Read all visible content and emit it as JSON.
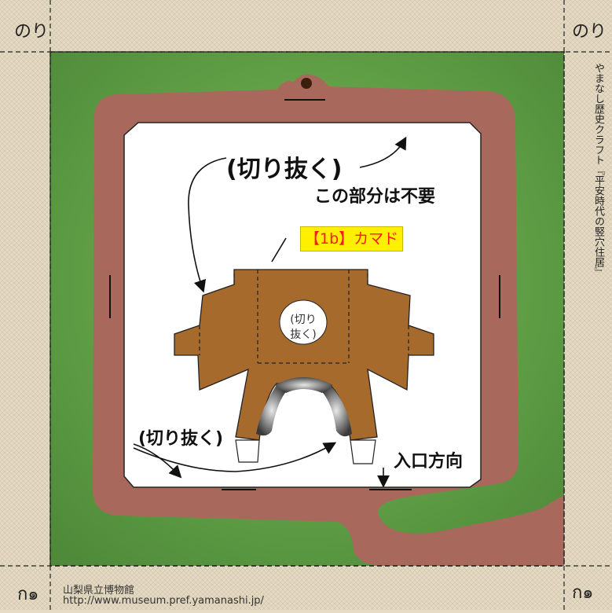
{
  "corners": {
    "glue_label": "のり",
    "bottom_marker": "ก๑"
  },
  "cutout": {
    "main_label": "(切り抜く)",
    "unneeded_note": "この部分は不要",
    "bottom_label": "(切り抜く)",
    "center_label_line1": "(切り",
    "center_label_line2": "抜く)"
  },
  "part_label": "【1b】カマド",
  "entrance_label": "入口方向",
  "side_credit": "やまなし歴史クラフト『平安時代の竪穴住居』",
  "footer": {
    "museum": "山梨県立博物館",
    "url": "http://www.museum.pref.yamanashi.jp/"
  },
  "colors": {
    "paper": "#e6dcc6",
    "grass": "#6aa84f",
    "earth": "#a8695c",
    "kamado": "#a56a2c",
    "part_label_bg": "#ffef00",
    "part_label_text": "#ff1a1a"
  }
}
